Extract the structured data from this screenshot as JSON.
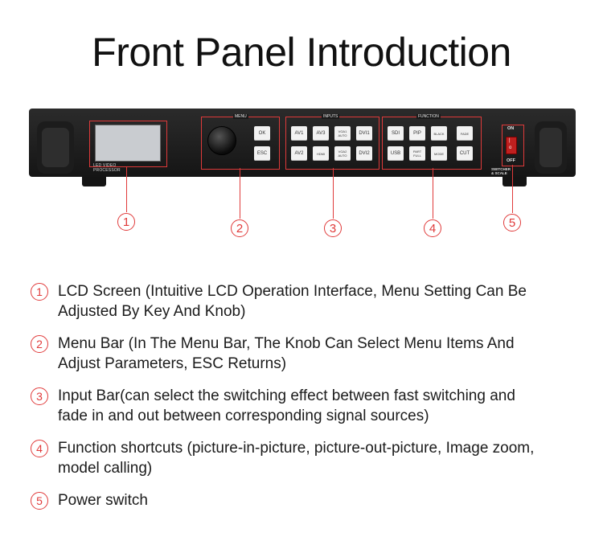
{
  "title": "Front Panel Introduction",
  "device": {
    "lcd_label": "LED VIDEO PROCESSOR",
    "menu_group": {
      "label": "MENU",
      "keys": [
        "OK",
        "ESC"
      ]
    },
    "inputs_group": {
      "label": "INPUTS",
      "keys": [
        "AV1",
        "AV3",
        "VGA1 AUTO",
        "DVI1",
        "AV2",
        "HDMI",
        "VGA2 AUTO",
        "DVI2"
      ]
    },
    "function_group": {
      "label": "FUNCTION",
      "keys": [
        "SDI",
        "PIP",
        "BLACK",
        "FADE",
        "USB",
        "PART FULL",
        "MODE",
        "CUT"
      ]
    },
    "power": {
      "on": "ON",
      "off": "OFF",
      "caption": "SWITCHER & SCALE"
    }
  },
  "callouts": [
    "1",
    "2",
    "3",
    "4",
    "5"
  ],
  "legend": [
    {
      "num": "1",
      "text": "LCD Screen (Intuitive LCD Operation Interface, Menu Setting Can Be Adjusted By Key And Knob)"
    },
    {
      "num": "2",
      "text": "Menu Bar (In The Menu Bar, The Knob Can Select Menu Items And Adjust Parameters, ESC Returns)"
    },
    {
      "num": "3",
      "text": "Input Bar(can select the switching effect between fast switching and fade in and out between corresponding signal sources)"
    },
    {
      "num": "4",
      "text": "Function shortcuts (picture-in-picture, picture-out-picture, Image zoom, model calling)"
    },
    {
      "num": "5",
      "text": "Power switch"
    }
  ],
  "colors": {
    "accent": "#e03a3a",
    "chassis": "#1a1a1a",
    "key": "#f2f2f2"
  }
}
